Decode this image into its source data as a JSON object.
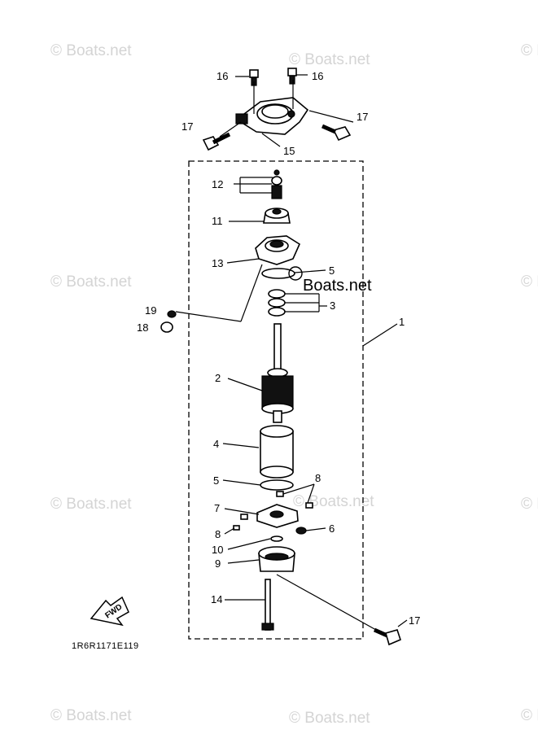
{
  "watermark": {
    "text": "© Boats.net",
    "overlay_text": "Boats.net"
  },
  "diagram_code": "1R6R1171E119",
  "fwd_label": "FWD",
  "callouts": {
    "c1": "1",
    "c2": "2",
    "c3": "3",
    "c4": "4",
    "c5a": "5",
    "c5b": "5",
    "c6": "6",
    "c7": "7",
    "c8a": "8",
    "c8b": "8",
    "c9": "9",
    "c10": "10",
    "c11": "11",
    "c12": "12",
    "c13": "13",
    "c14": "14",
    "c15": "15",
    "c16a": "16",
    "c16b": "16",
    "c17a": "17",
    "c17b": "17",
    "c17c": "17",
    "c18": "18",
    "c19": "19"
  }
}
